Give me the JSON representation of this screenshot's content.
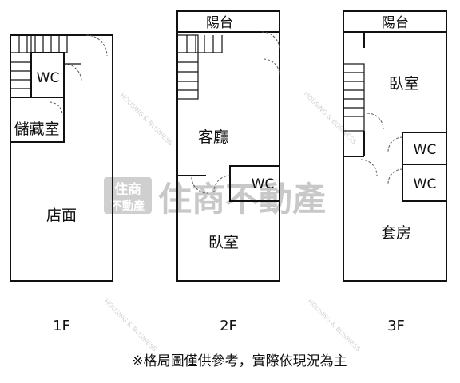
{
  "watermark": {
    "logo_line1": "住商",
    "logo_line2": "不動產",
    "brand": "住商不動產",
    "tagline": "HOUSING & BUSINESS"
  },
  "floor1": {
    "level": "1F",
    "rooms": {
      "wc": "WC",
      "storage": "儲藏室",
      "shop": "店面"
    }
  },
  "floor2": {
    "level": "2F",
    "rooms": {
      "balcony": "陽台",
      "living": "客廳",
      "wc": "WC",
      "bedroom": "臥室"
    }
  },
  "floor3": {
    "level": "3F",
    "rooms": {
      "balcony": "陽台",
      "bedroom": "臥室",
      "wc1": "WC",
      "wc2": "WC",
      "suite": "套房"
    }
  },
  "footnote": "※格局圖僅供參考，實際依現況為主"
}
